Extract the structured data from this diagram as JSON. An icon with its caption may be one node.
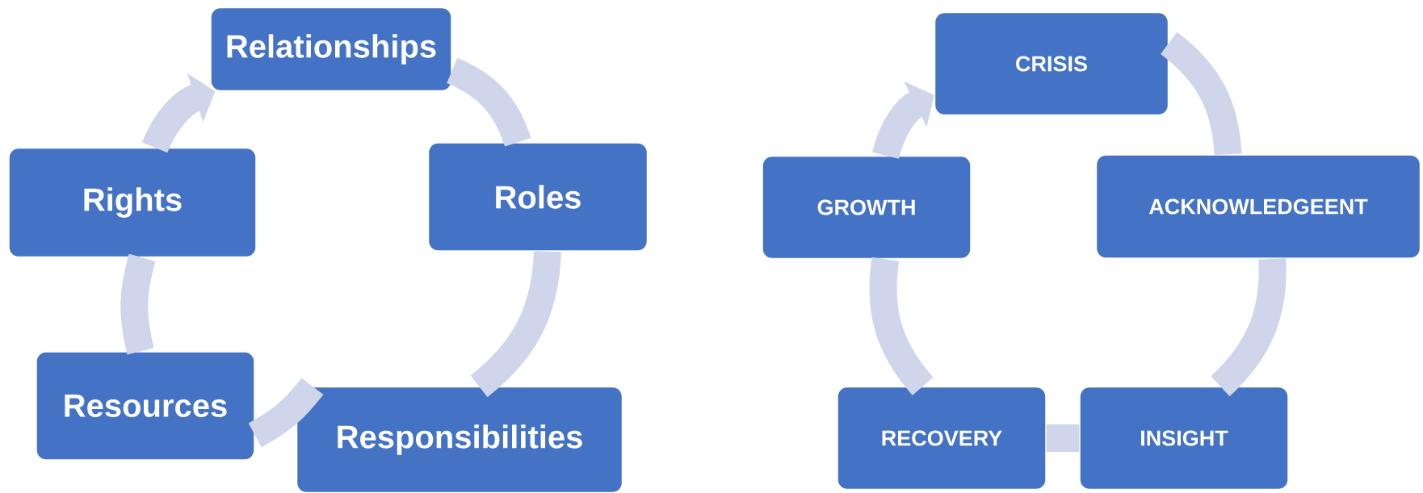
{
  "diagram": {
    "nodes": [
      {
        "text": [
          "Relationships"
        ]
      },
      {
        "text": [
          "Roles"
        ]
      },
      {
        "text": [
          "Responsibilities"
        ]
      },
      {
        "text": [
          "Resources"
        ]
      },
      {
        "text": [
          "Rights"
        ]
      },
      {
        "text": [
          "CRISIS"
        ]
      },
      {
        "text": [
          "ACKNOWLEDGEENT"
        ]
      },
      {
        "text": [
          "INSIGHT"
        ]
      },
      {
        "text": [
          "RECOVERY"
        ]
      },
      {
        "text": [
          "GROWTH"
        ]
      }
    ],
    "edges": [
      {
        "from": 0,
        "to": 1,
        "arrow": "none"
      },
      {
        "from": 1,
        "to": 2,
        "arrow": "none"
      },
      {
        "from": 2,
        "to": 3,
        "arrow": "none"
      },
      {
        "from": 3,
        "to": 4,
        "arrow": "none"
      },
      {
        "from": 4,
        "to": 0,
        "arrow": "to"
      },
      {
        "from": 5,
        "to": 6,
        "arrow": "none"
      },
      {
        "from": 6,
        "to": 7,
        "arrow": "none"
      },
      {
        "from": 7,
        "to": 8,
        "arrow": "none"
      },
      {
        "from": 8,
        "to": 9,
        "arrow": "none"
      },
      {
        "from": 9,
        "to": 5,
        "arrow": "to"
      }
    ]
  }
}
